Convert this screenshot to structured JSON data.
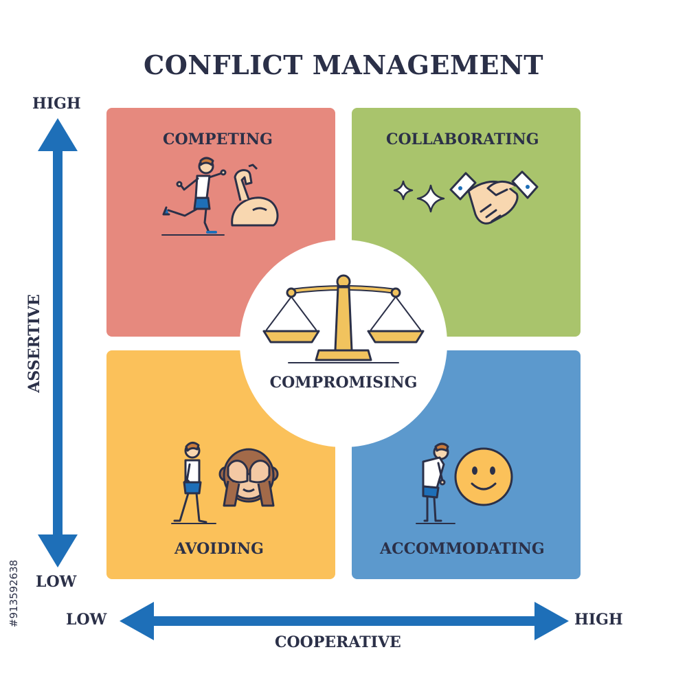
{
  "title": "CONFLICT MANAGEMENT",
  "y_axis": {
    "high": "HIGH",
    "low": "LOW",
    "label": "ASSERTIVE"
  },
  "x_axis": {
    "low": "LOW",
    "high": "HIGH",
    "label": "COOPERATIVE"
  },
  "quadrants": {
    "competing": {
      "label": "COMPETING",
      "color": "#e6897e"
    },
    "collaborating": {
      "label": "COLLABORATING",
      "color": "#a9c46c"
    },
    "avoiding": {
      "label": "AVOIDING",
      "color": "#fbc15a"
    },
    "accommodating": {
      "label": "ACCOMMODATING",
      "color": "#5c99cd"
    }
  },
  "center": {
    "label": "COMPROMISING"
  },
  "colors": {
    "arrow": "#1e6fb8",
    "outline": "#2b3048",
    "skin": "#f8d7b0",
    "gold": "#f1c35e"
  },
  "icons": [
    "running-person-icon",
    "flexed-bicep-icon",
    "sparkle-icon",
    "handshake-icon",
    "balance-scale-icon",
    "walking-person-icon",
    "covered-eyes-monkey-icon",
    "bowing-person-icon",
    "smiley-face-icon"
  ],
  "watermark": "#913592638"
}
